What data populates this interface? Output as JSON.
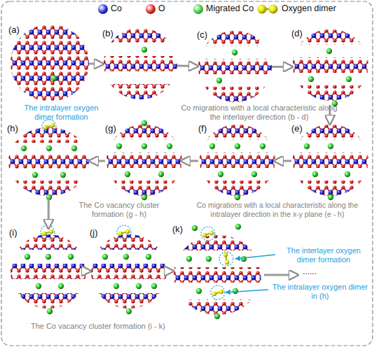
{
  "diagram": {
    "nodes": [
      {
        "text": [
          "(a)"
        ]
      },
      {
        "text": [
          "(b)"
        ]
      },
      {
        "text": [
          "(c)"
        ]
      },
      {
        "text": [
          "(d)"
        ]
      },
      {
        "text": [
          "(e)"
        ]
      },
      {
        "text": [
          "(f)"
        ]
      },
      {
        "text": [
          "(g)"
        ]
      },
      {
        "text": [
          "(h)"
        ]
      },
      {
        "text": [
          "(i)"
        ]
      },
      {
        "text": [
          "(j)"
        ]
      },
      {
        "text": [
          "(k)"
        ]
      }
    ],
    "edges": [
      {
        "from": 0,
        "to": 1,
        "arrow": "to"
      },
      {
        "from": 1,
        "to": 2,
        "arrow": "to"
      },
      {
        "from": 2,
        "to": 3,
        "arrow": "to"
      },
      {
        "from": 3,
        "to": 4,
        "arrow": "to"
      },
      {
        "from": 4,
        "to": 5,
        "arrow": "to"
      },
      {
        "from": 5,
        "to": 6,
        "arrow": "to"
      },
      {
        "from": 6,
        "to": 7,
        "arrow": "to"
      },
      {
        "from": 7,
        "to": 8,
        "arrow": "to"
      },
      {
        "from": 8,
        "to": 9,
        "arrow": "to"
      },
      {
        "from": 9,
        "to": 10,
        "arrow": "to"
      }
    ],
    "labels": [
      "Co migrations with a local characteristic along the interlayer direction (b - d)",
      "The intralayer oxygen dimer formation",
      "The Co vacancy cluster formation (g - h)",
      "Co migrations with a local characteristic along the intralayer direction in the x-y plane (e - h)",
      "The Co vacancy cluster formation (i - k)",
      "The interlayer oxygen dimer formation",
      "The intralayer oxygen dimer in (h)",
      "......"
    ],
    "legend": [
      {
        "text": "Co",
        "color": "#1f1fd6"
      },
      {
        "text": "O",
        "color": "#d91a1a"
      },
      {
        "text": "Migrated Co",
        "color": "#33cc33"
      },
      {
        "text": "Oxygen dimer"
      }
    ]
  }
}
